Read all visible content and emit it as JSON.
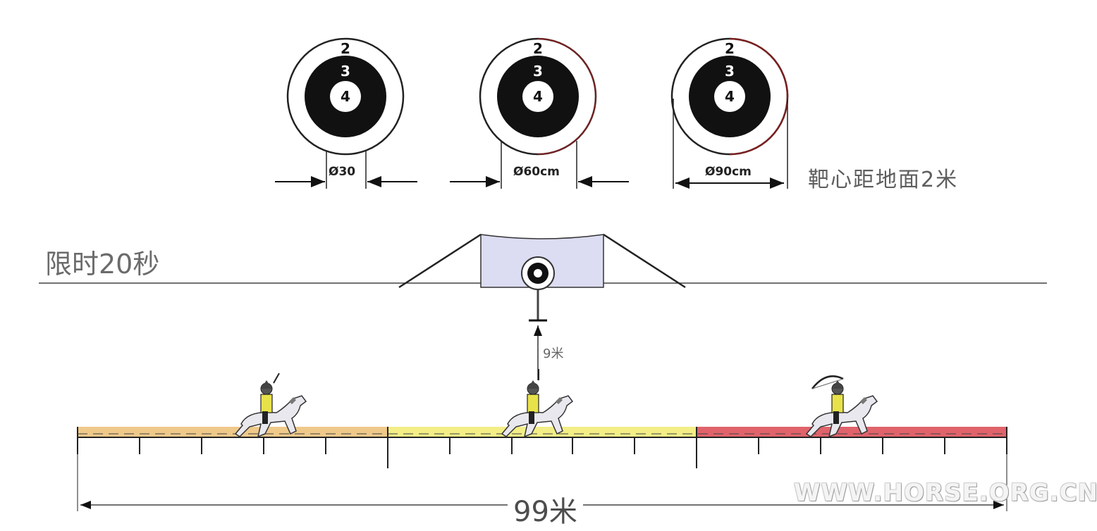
{
  "targets": [
    {
      "ring_labels": [
        "2",
        "3",
        "4"
      ],
      "diameter_label": "Ø30"
    },
    {
      "ring_labels": [
        "2",
        "3",
        "4"
      ],
      "diameter_label": "Ø60cm"
    },
    {
      "ring_labels": [
        "2",
        "3",
        "4"
      ],
      "diameter_label": "Ø90cm"
    }
  ],
  "target_height_note": "靶心距地面2米",
  "time_limit": "限时20秒",
  "range_distance": "9米",
  "track_length": "99米",
  "watermark": "WWW.HORSE.ORG.CN",
  "colors": {
    "track_segment_1": "#efc98a",
    "track_segment_2": "#f3ee86",
    "track_segment_3": "#e0636b",
    "target_panel": "#dcdcf2",
    "target_black": "#111111"
  },
  "icons": [
    "mounted-archer-icon",
    "mounted-archer-icon",
    "mounted-archer-drawing-icon"
  ]
}
